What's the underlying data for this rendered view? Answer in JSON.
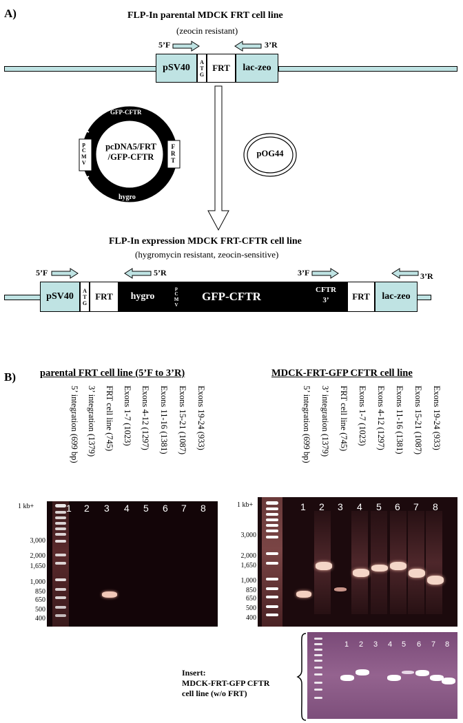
{
  "panel_a": {
    "label": "A)",
    "parental_title": "FLP-In parental MDCK FRT cell line",
    "parental_subtitle": "(zeocin resistant)",
    "construct1": {
      "psv40": "pSV40",
      "atg": [
        "A",
        "T",
        "G"
      ],
      "frt": "FRT",
      "laczeo": "lac-zeo",
      "primer_5f": "5’F",
      "primer_3r": "3’R"
    },
    "plasmid1": {
      "name_line1": "pcDNA5/FRT",
      "name_line2": "/GFP-CFTR",
      "seg_top": "GFP-CFTR",
      "seg_bottom": "hygro",
      "seg_left": [
        "p",
        "C",
        "M",
        "V"
      ],
      "seg_right": [
        "F",
        "R",
        "T"
      ]
    },
    "plasmid2": {
      "name": "pOG44"
    },
    "expression_title": "FLP-In expression MDCK FRT-CFTR cell line",
    "expression_subtitle": "(hygromycin resistant, zeocin-sensitive)",
    "construct2": {
      "psv40": "pSV40",
      "atg": [
        "A",
        "T",
        "G"
      ],
      "frt1": "FRT",
      "hygro": "hygro",
      "pcmv": [
        "p",
        "C",
        "M",
        "V"
      ],
      "gfpcftr": "GFP-CFTR",
      "cftr3": [
        "CFTR",
        "3’"
      ],
      "frt2": "FRT",
      "laczeo": "lac-zeo",
      "primer_5f": "5’F",
      "primer_5r": "5’R",
      "primer_3f": "3’F",
      "primer_3r": "3’R"
    }
  },
  "panel_b": {
    "label": "B)",
    "left_title": "parental FRT cell line (5’F to 3’R)",
    "right_title": "MDCK-FRT-GFP CFTR cell line",
    "lanes_left": [
      "5’ integration (699 bp)",
      "3’ integration (1379)",
      "FRT cell line (745)",
      "Exons 1-7 (1023)",
      "Exons 4-12 (1297)",
      "Exons 11-16 (1381)",
      "Exons 15-21 (1087)",
      "Exons 19-24 (933)"
    ],
    "lanes_right": [
      "5’ integration (699 bp)",
      "3’ integration (1379)",
      "FRT cell line (745)",
      "Exons 1-7 (1023)",
      "Exons 4-12 (1297)",
      "Exons 11-16 (1381)",
      "Exons 15-21 (1087)",
      "Exons 19-24 (933)"
    ],
    "lane_numbers": [
      "1",
      "2",
      "3",
      "4",
      "5",
      "6",
      "7",
      "8"
    ],
    "marker_top": "1 kb+",
    "markers": [
      "3,000",
      "2,000",
      "1,650",
      "1,000",
      "850",
      "650",
      "500",
      "400"
    ],
    "insert_label": [
      "Insert:",
      "MDCK-FRT-GFP CFTR",
      "cell line (w/o FRT)"
    ]
  }
}
